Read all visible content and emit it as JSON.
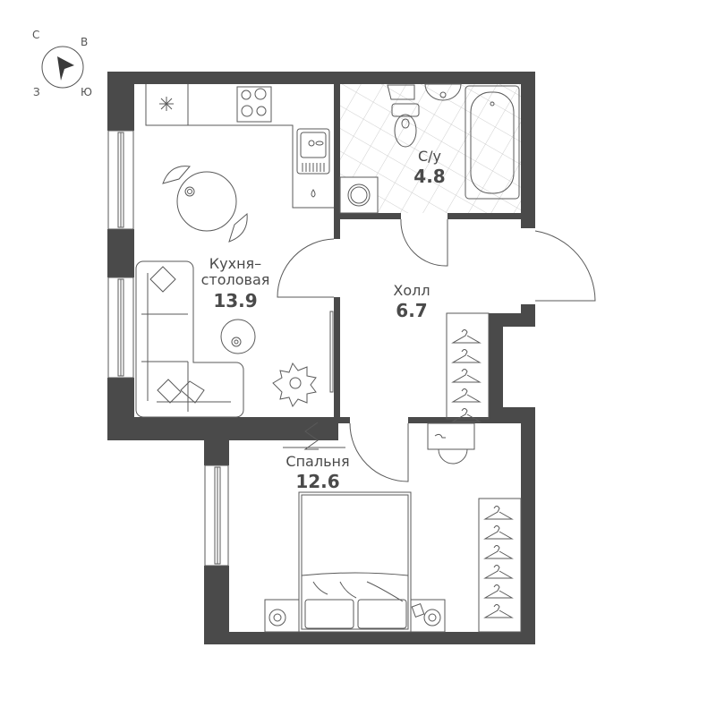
{
  "compass": {
    "north": "С",
    "east": "В",
    "south": "Ю",
    "west": "З",
    "icon": "north-arrow-icon"
  },
  "rooms": [
    {
      "id": "kitchen",
      "name": "Кухня–\nстоловая",
      "name_line1": "Кухня–",
      "name_line2": "столовая",
      "area": "13.9"
    },
    {
      "id": "bathroom",
      "name": "С/у",
      "area": "4.8"
    },
    {
      "id": "hall",
      "name": "Холл",
      "area": "6.7"
    },
    {
      "id": "bedroom",
      "name": "Спальня",
      "area": "12.6"
    }
  ],
  "colors": {
    "wall": "#4a4a4a",
    "line": "#5a5a5a",
    "tile": "#d0d0d0",
    "text": "#4a4a4a"
  }
}
